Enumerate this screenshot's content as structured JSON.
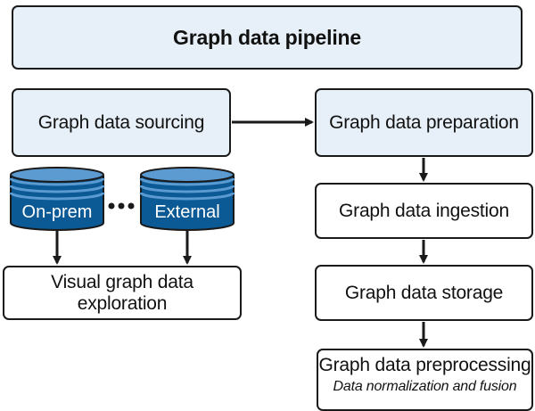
{
  "pipeline": {
    "title": "Graph data pipeline",
    "sourcing": "Graph data sourcing",
    "preparation": "Graph data preparation",
    "ingestion": "Graph data ingestion",
    "storage": "Graph data storage",
    "preprocessing": "Graph data preprocessing",
    "preprocessing_sub": "Data normalization and fusion",
    "exploration": "Visual graph data exploration"
  },
  "sources": {
    "on_prem": "On-prem",
    "external": "External"
  },
  "colors": {
    "light_box": "#e7f0f8",
    "db_dark": "#0b5a95",
    "db_light": "#5b9bd1",
    "stroke": "#1a1a1a"
  }
}
